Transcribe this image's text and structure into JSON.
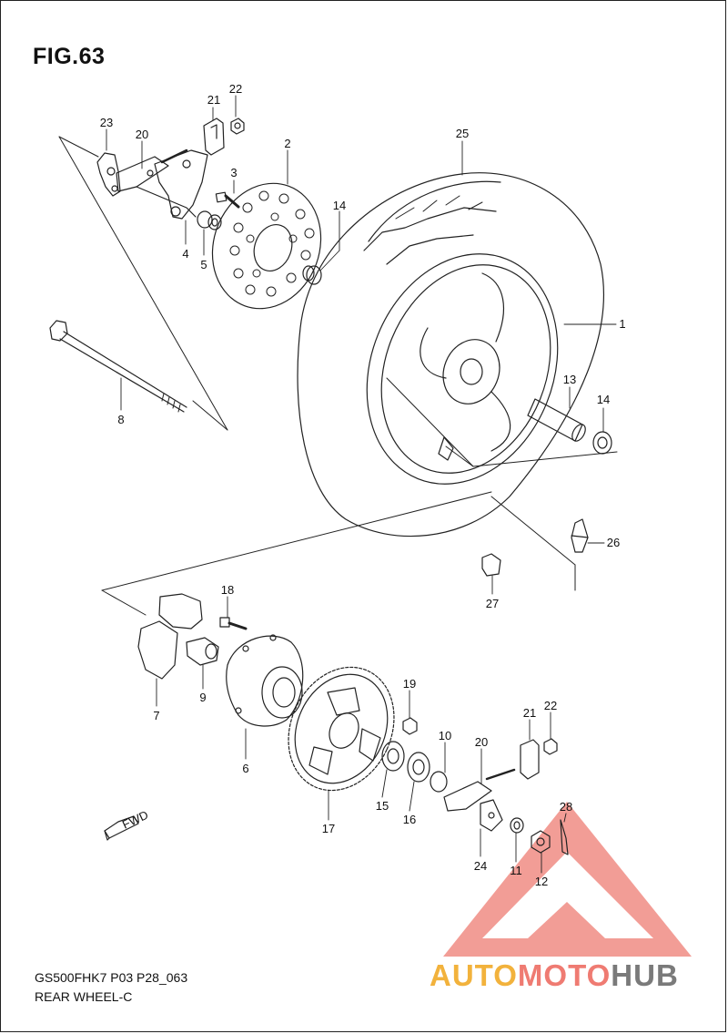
{
  "figure": {
    "title": "FIG.63",
    "footer_code": "GS500FHK7 P03 P28_063",
    "footer_name": "REAR WHEEL-C"
  },
  "watermark": {
    "part1": "AUTO",
    "part2": "MOTO",
    "part3": "HUB",
    "colors": {
      "auto": "#f2b23c",
      "moto": "#ef7b72",
      "hub": "#7a7a7a",
      "triangle": "#f08c84"
    }
  },
  "fwd_label": "FWD",
  "callouts": [
    {
      "id": "c23",
      "label": "23"
    },
    {
      "id": "c20a",
      "label": "20"
    },
    {
      "id": "c21a",
      "label": "21"
    },
    {
      "id": "c22a",
      "label": "22"
    },
    {
      "id": "c2",
      "label": "2"
    },
    {
      "id": "c3",
      "label": "3"
    },
    {
      "id": "c4",
      "label": "4"
    },
    {
      "id": "c5",
      "label": "5"
    },
    {
      "id": "c14a",
      "label": "14"
    },
    {
      "id": "c25",
      "label": "25"
    },
    {
      "id": "c1",
      "label": "1"
    },
    {
      "id": "c13",
      "label": "13"
    },
    {
      "id": "c14b",
      "label": "14"
    },
    {
      "id": "c8",
      "label": "8"
    },
    {
      "id": "c26",
      "label": "26"
    },
    {
      "id": "c27",
      "label": "27"
    },
    {
      "id": "c18",
      "label": "18"
    },
    {
      "id": "c7",
      "label": "7"
    },
    {
      "id": "c9",
      "label": "9"
    },
    {
      "id": "c6",
      "label": "6"
    },
    {
      "id": "c19",
      "label": "19"
    },
    {
      "id": "c17",
      "label": "17"
    },
    {
      "id": "c15",
      "label": "15"
    },
    {
      "id": "c16",
      "label": "16"
    },
    {
      "id": "c10",
      "label": "10"
    },
    {
      "id": "c20b",
      "label": "20"
    },
    {
      "id": "c21b",
      "label": "21"
    },
    {
      "id": "c22b",
      "label": "22"
    },
    {
      "id": "c24",
      "label": "24"
    },
    {
      "id": "c11",
      "label": "11"
    },
    {
      "id": "c12",
      "label": "12"
    },
    {
      "id": "c28",
      "label": "28"
    }
  ]
}
